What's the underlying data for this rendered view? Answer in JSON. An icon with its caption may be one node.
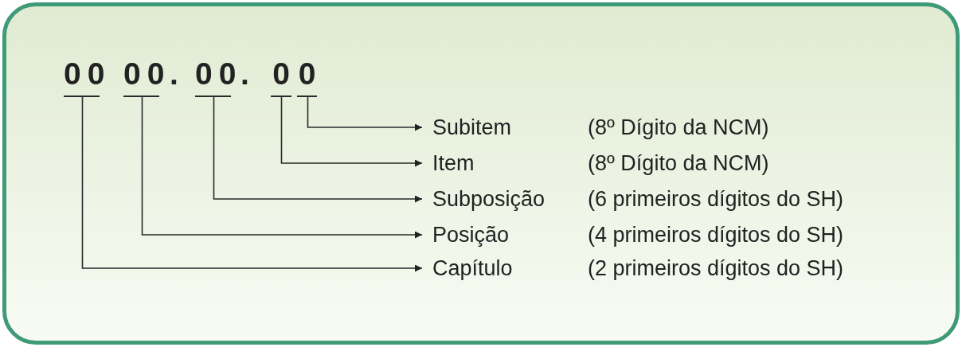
{
  "diagram": {
    "nodes": [
      {
        "text": [
          "00"
        ]
      },
      {
        "text": [
          "00"
        ]
      },
      {
        "text": [
          "00"
        ]
      },
      {
        "text": [
          "0"
        ]
      },
      {
        "text": [
          "0"
        ]
      },
      {
        "text": [
          "Subitem",
          "(8º Dígito da NCM)"
        ]
      },
      {
        "text": [
          "Item",
          "(8º Dígito da NCM)"
        ]
      },
      {
        "text": [
          "Subposição",
          "(6 primeiros dígitos do SH)"
        ]
      },
      {
        "text": [
          "Posição",
          "(4 primeiros dígitos do SH)"
        ]
      },
      {
        "text": [
          "Capítulo",
          "(2 primeiros dígitos do SH)"
        ]
      }
    ],
    "edges": [
      {
        "from": 4,
        "to": 5,
        "arrow": "to"
      },
      {
        "from": 3,
        "to": 6,
        "arrow": "to"
      },
      {
        "from": 2,
        "to": 7,
        "arrow": "to"
      },
      {
        "from": 1,
        "to": 8,
        "arrow": "to"
      },
      {
        "from": 0,
        "to": 9,
        "arrow": "to"
      }
    ],
    "labels": [
      ".",
      "."
    ]
  }
}
